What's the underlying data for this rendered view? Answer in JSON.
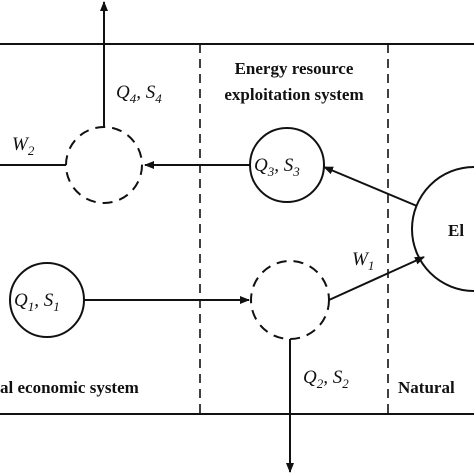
{
  "regions": {
    "left_label": "al economic system",
    "middle_label_line1": "Energy resource",
    "middle_label_line2": "exploitation system",
    "right_label": "Natural"
  },
  "nodes": {
    "q1s1": {
      "q": "Q",
      "q_sub": "1",
      "s": "S",
      "s_sub": "1"
    },
    "q2s2": {
      "q": "Q",
      "q_sub": "2",
      "s": "S",
      "s_sub": "2"
    },
    "q3s3": {
      "q": "Q",
      "q_sub": "3",
      "s": "S",
      "s_sub": "3"
    },
    "q4s4": {
      "q": "Q",
      "q_sub": "4",
      "s": "S",
      "s_sub": "4"
    },
    "el": "El"
  },
  "flows": {
    "w1": {
      "sym": "W",
      "sub": "1"
    },
    "w2": {
      "sym": "W",
      "sub": "2"
    }
  },
  "separator": ", "
}
